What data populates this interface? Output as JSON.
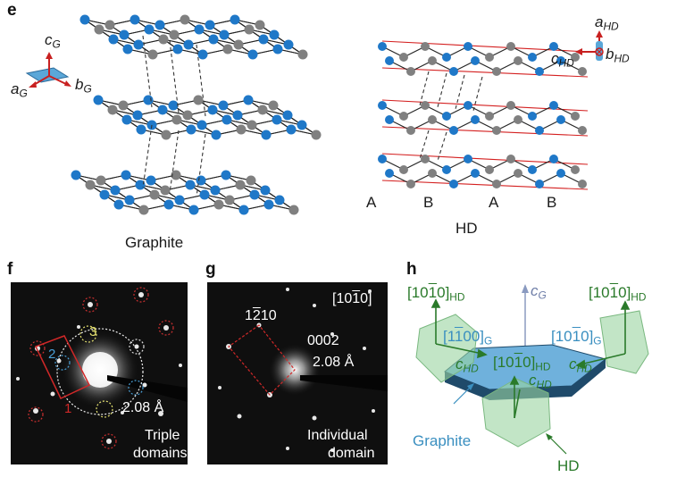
{
  "panels": {
    "e": "e",
    "f": "f",
    "g": "g",
    "h": "h"
  },
  "e": {
    "axes_left": {
      "c": "c",
      "c_sub": "G",
      "a": "a",
      "a_sub": "G",
      "b": "b",
      "b_sub": "G"
    },
    "axes_right": {
      "a": "a",
      "a_sub": "HD",
      "b": "b",
      "b_sub": "HD",
      "c": "c",
      "c_sub": "HD"
    },
    "graphite_label": "Graphite",
    "hd_label": "HD",
    "stacking": [
      "A",
      "B",
      "A",
      "B"
    ]
  },
  "f": {
    "label1": "1",
    "label2": "2",
    "label3": "3",
    "distance": "2.08 Å",
    "caption_line1": "Triple",
    "caption_line2": "domains"
  },
  "g": {
    "zone_pre": "[10",
    "zone_bar": "1",
    "zone_post": "0]",
    "spot1_pre": "1",
    "spot1_bar": "2",
    "spot1_post": "10",
    "spot2": "0002",
    "distance": "2.08 Å",
    "caption_line1": "Individual",
    "caption_line2": "domain"
  },
  "h": {
    "hd_dir_pre": "[10",
    "hd_dir_bar": "1",
    "hd_dir_post": "0]",
    "hd_sub": "HD",
    "g_dir1_pre": "[1",
    "g_dir1_bar": "1",
    "g_dir1_post": "00]",
    "g_dir2_pre": "[10",
    "g_dir2_bar": "1",
    "g_dir2_post": "0]",
    "g_sub": "G",
    "c": "c",
    "c_g_sub": "G",
    "c_hd_sub": "HD",
    "graphite_label": "Graphite",
    "hd_label": "HD"
  },
  "colors": {
    "blue_atom": "#1f78c8",
    "gray_atom": "#808080",
    "hd_green": "#2a7a2a",
    "graphite_blue": "#5aa7d8",
    "red": "#d42020"
  }
}
